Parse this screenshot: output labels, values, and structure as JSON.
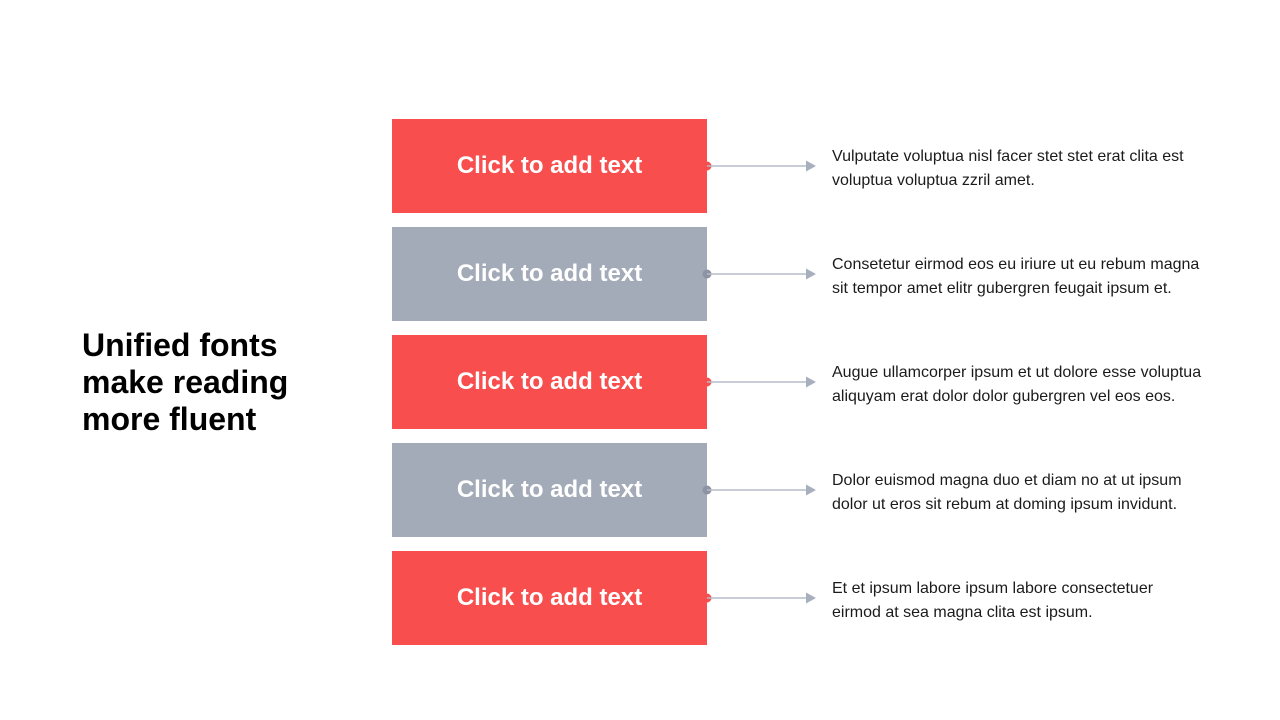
{
  "slide": {
    "title": "Unified fonts\nmake reading\nmore fluent",
    "rows": [
      {
        "variant": "red",
        "box_label": "Click to add text",
        "text": "Vulputate voluptua nisl facer stet stet erat clita est\nvoluptua voluptua zzril amet."
      },
      {
        "variant": "gray",
        "box_label": "Click to add text",
        "text": "Consetetur eirmod eos eu iriure ut eu rebum magna\nsit tempor amet elitr gubergren feugait ipsum et."
      },
      {
        "variant": "red",
        "box_label": "Click to add text",
        "text": "Augue ullamcorper ipsum et ut dolore esse voluptua\naliquyam erat dolor dolor gubergren vel eos eos."
      },
      {
        "variant": "gray",
        "box_label": "Click to add text",
        "text": "Dolor euismod magna duo et diam no at ut ipsum\ndolor ut eros sit rebum at doming ipsum invidunt."
      },
      {
        "variant": "red",
        "box_label": "Click to add text",
        "text": "Et et ipsum labore ipsum labore consectetuer\neirmod at sea magna clita est ipsum."
      }
    ],
    "colors": {
      "background": "#ffffff",
      "red": "#f84f4e",
      "gray": "#a3aab8",
      "red_dot": "#f84f4e",
      "gray_dot": "#8c94a3",
      "arrow_line": "#b6bcc6",
      "arrow_head": "#a8afbc",
      "text_color": "#1b1b1b",
      "box_text": "#ffffff"
    }
  }
}
